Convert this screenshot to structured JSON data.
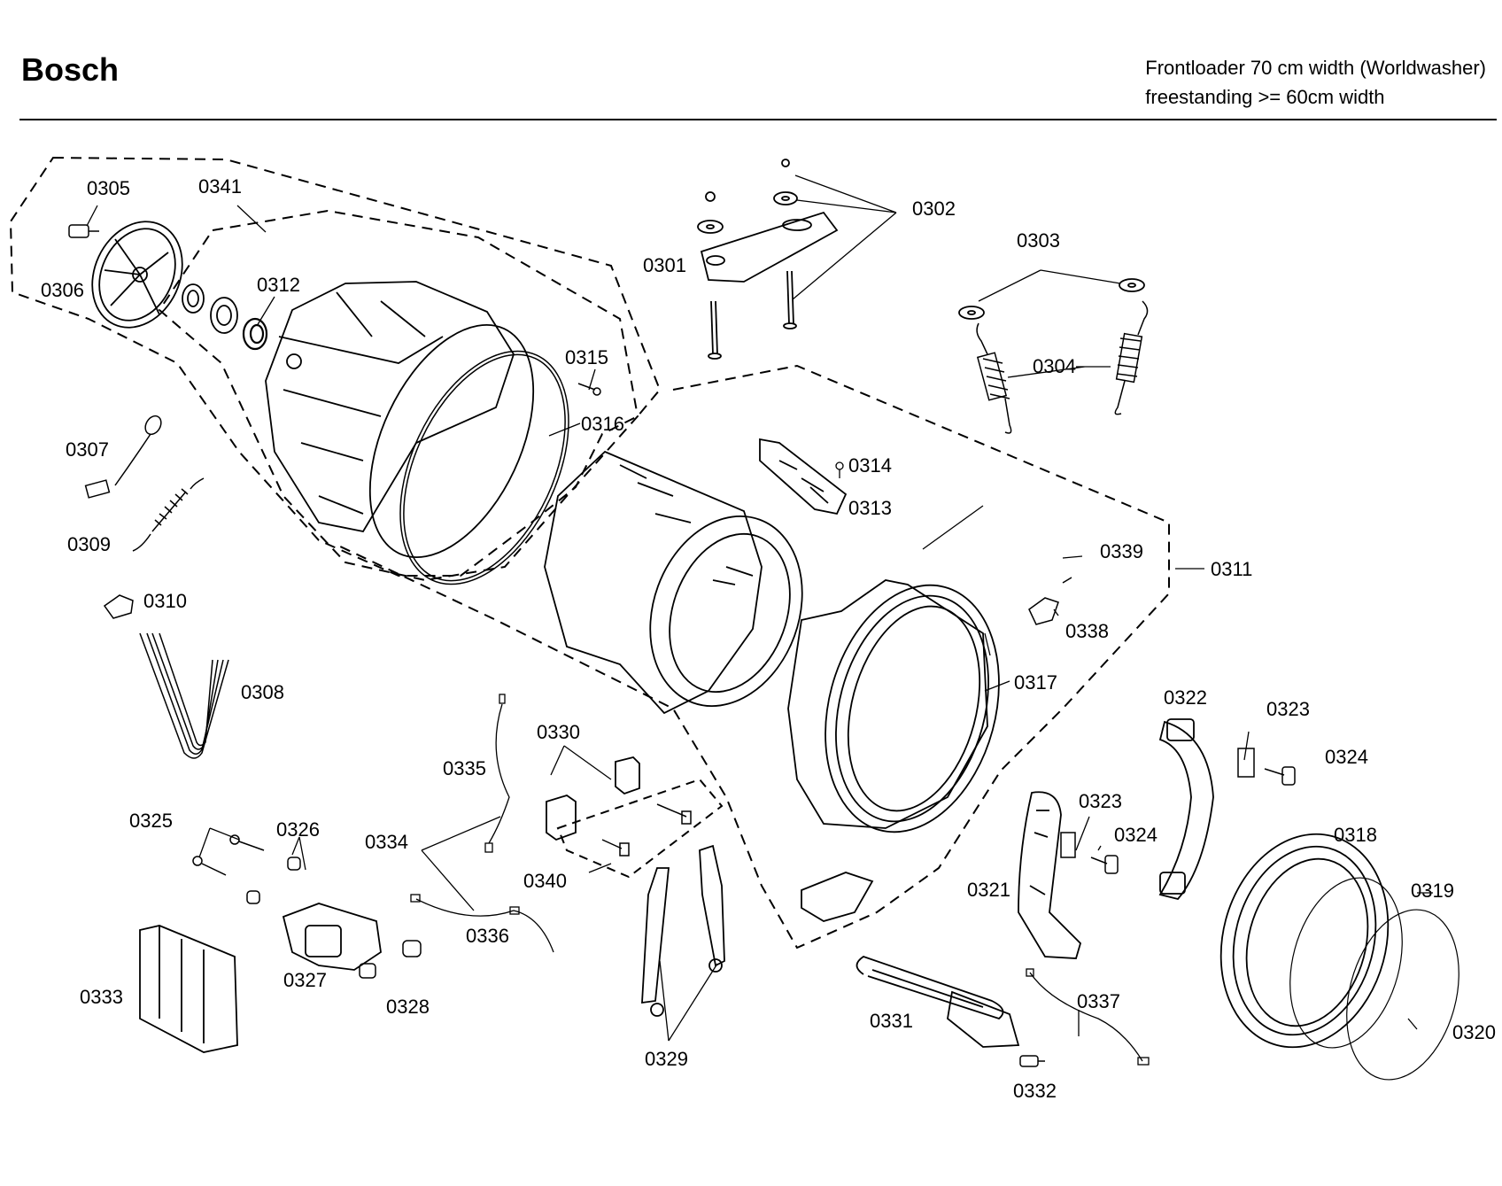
{
  "header": {
    "brand": "Bosch",
    "subtitle_line1": "Frontloader 70 cm width (Worldwasher)",
    "subtitle_line2": "freestanding >= 60cm width"
  },
  "labels": {
    "p0301": "0301",
    "p0302": "0302",
    "p0303": "0303",
    "p0304": "0304",
    "p0305": "0305",
    "p0306": "0306",
    "p0307": "0307",
    "p0308": "0308",
    "p0309": "0309",
    "p0310": "0310",
    "p0311": "0311",
    "p0312": "0312",
    "p0313": "0313",
    "p0314": "0314",
    "p0315": "0315",
    "p0316": "0316",
    "p0317": "0317",
    "p0318": "0318",
    "p0319": "0319",
    "p0320": "0320",
    "p0321": "0321",
    "p0322": "0322",
    "p0323a": "0323",
    "p0323b": "0323",
    "p0324a": "0324",
    "p0324b": "0324",
    "p0325": "0325",
    "p0326": "0326",
    "p0327": "0327",
    "p0328": "0328",
    "p0329": "0329",
    "p0330": "0330",
    "p0331": "0331",
    "p0332": "0332",
    "p0333": "0333",
    "p0334": "0334",
    "p0335": "0335",
    "p0336": "0336",
    "p0337": "0337",
    "p0338": "0338",
    "p0339": "0339",
    "p0340": "0340",
    "p0341": "0341"
  },
  "colors": {
    "ink": "#000000",
    "background": "#ffffff"
  }
}
